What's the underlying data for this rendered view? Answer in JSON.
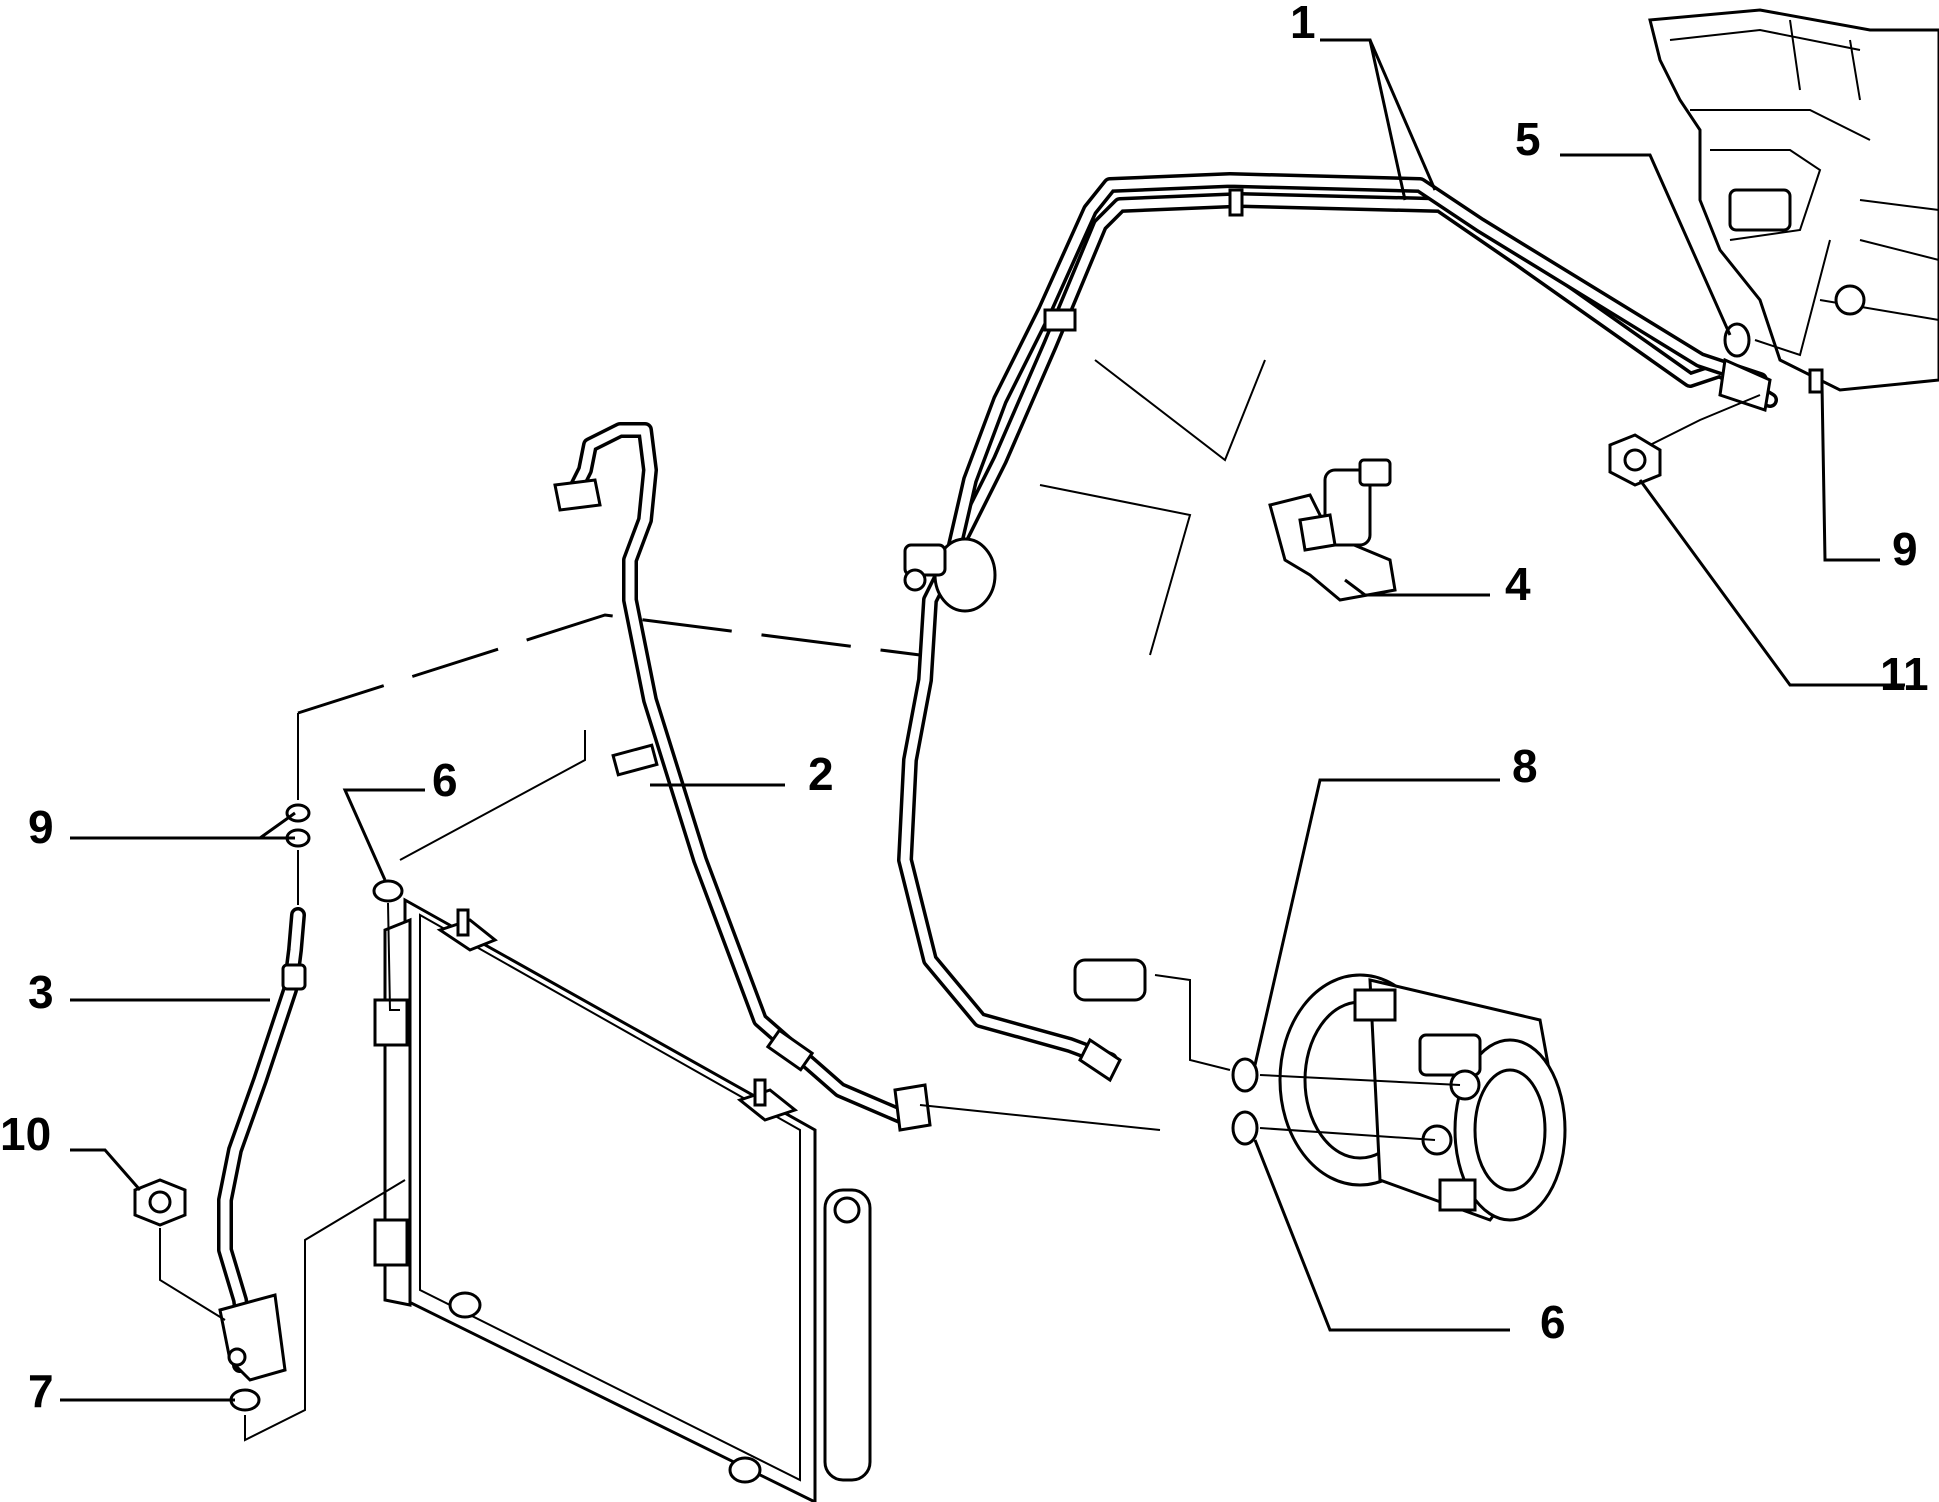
{
  "diagram": {
    "callouts": [
      {
        "id": "c1",
        "label": "1"
      },
      {
        "id": "c2",
        "label": "2"
      },
      {
        "id": "c3",
        "label": "3"
      },
      {
        "id": "c4",
        "label": "4"
      },
      {
        "id": "c5",
        "label": "5"
      },
      {
        "id": "c6a",
        "label": "6"
      },
      {
        "id": "c6b",
        "label": "6"
      },
      {
        "id": "c7",
        "label": "7"
      },
      {
        "id": "c8",
        "label": "8"
      },
      {
        "id": "c9a",
        "label": "9"
      },
      {
        "id": "c9b",
        "label": "9"
      },
      {
        "id": "c10",
        "label": "10"
      },
      {
        "id": "c11",
        "label": "11"
      }
    ]
  }
}
